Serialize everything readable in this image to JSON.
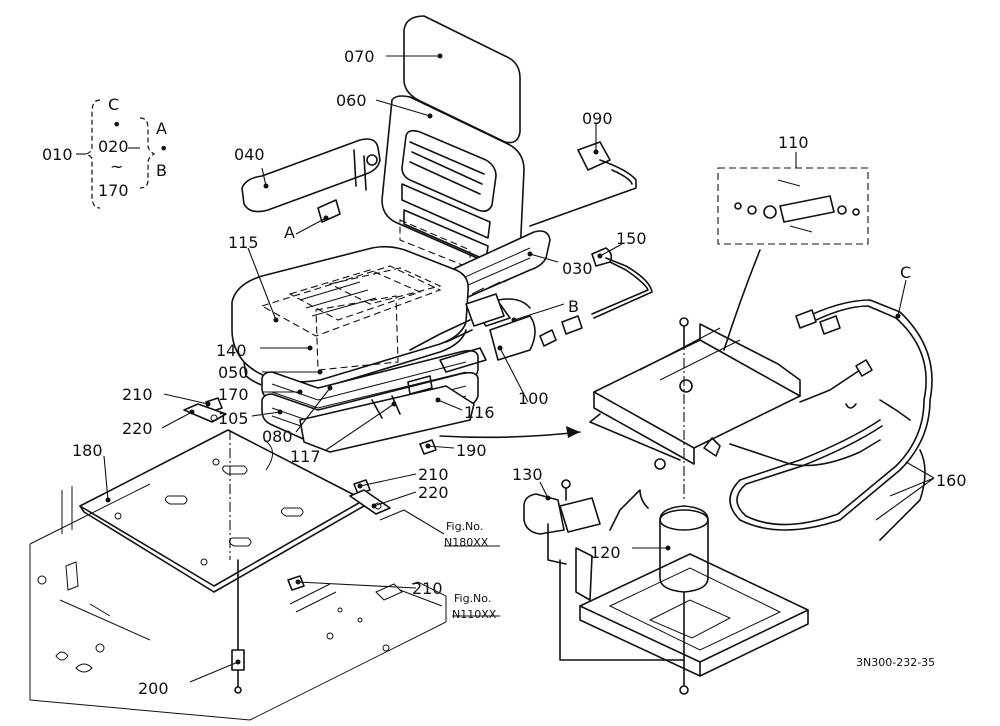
{
  "callouts": {
    "p010": "010",
    "p020": "020",
    "p170_range": "170",
    "range_tilde": "~",
    "range_dot": "•",
    "variant_c": "C",
    "variant_a": "A",
    "variant_b": "B",
    "p030": "030",
    "p040": "040",
    "p050": "050",
    "p060": "060",
    "p070": "070",
    "p080": "080",
    "p090": "090",
    "p100": "100",
    "p105": "105",
    "p110": "110",
    "p115": "115",
    "p116": "116",
    "p117": "117",
    "p120": "120",
    "p130": "130",
    "p140": "140",
    "p150": "150",
    "p160": "160",
    "p170": "170",
    "p180": "180",
    "p190": "190",
    "p200": "200",
    "p210_a": "210",
    "p210_b": "210",
    "p210_c": "210",
    "p220_a": "220",
    "p220_b": "220",
    "ref_a": "A",
    "ref_b": "B",
    "ref_c": "C"
  },
  "figure_refs": {
    "fig_label_1": "Fig.No.",
    "fig_no_1": "N180XX",
    "fig_label_2": "Fig.No.",
    "fig_no_2": "N110XX"
  },
  "drawing_code": "3N300-232-35"
}
